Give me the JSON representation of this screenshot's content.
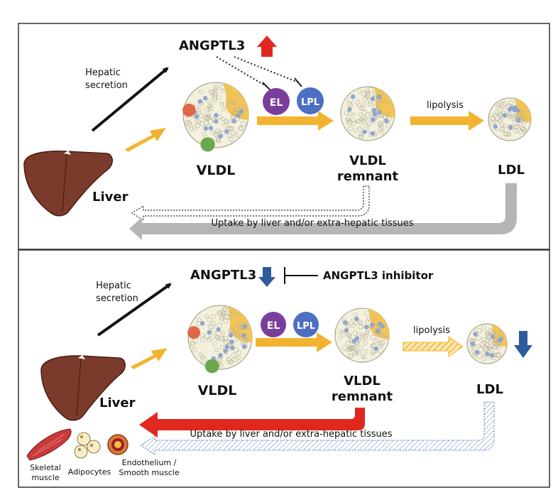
{
  "colors": {
    "orange_arrow": "#f2b430",
    "red_arrow": "#e0281f",
    "blue_arrow": "#2e5a9e",
    "gray_arrow": "#b5b5b5",
    "liver": "#7a3a2c",
    "el": "#7b3d9b",
    "lpl": "#4c6fc4",
    "particle_fill": "#f3f0de",
    "particle_spot": "#8fa6cf",
    "particle_cap": "#f5c552"
  },
  "top_panel": {
    "angptl3": "ANGPTL3",
    "hepatic_secretion_1": "Hepatic",
    "hepatic_secretion_2": "secretion",
    "el": "EL",
    "lpl": "LPL",
    "vldl": "VLDL",
    "vldl_remnant_1": "VLDL",
    "vldl_remnant_2": "remnant",
    "lipolysis": "lipolysis",
    "ldl": "LDL",
    "liver": "Liver",
    "uptake": "Uptake by liver and/or extra-hepatic tissues",
    "angptl3_direction": "up"
  },
  "bottom_panel": {
    "angptl3": "ANGPTL3",
    "inhibitor": "ANGPTL3 inhibitor",
    "hepatic_secretion_1": "Hepatic",
    "hepatic_secretion_2": "secretion",
    "el": "EL",
    "lpl": "LPL",
    "vldl": "VLDL",
    "vldl_remnant_1": "VLDL",
    "vldl_remnant_2": "remnant",
    "lipolysis": "lipolysis",
    "ldl": "LDL",
    "liver": "Liver",
    "uptake": "Uptake by liver and/or extra-hepatic tissues",
    "angptl3_direction": "down",
    "ldl_direction": "down",
    "tissues": {
      "skeletal_1": "Skeletal",
      "skeletal_2": "muscle",
      "adipocytes": "Adipocytes",
      "endothelium_1": "Endothelium /",
      "endothelium_2": "Smooth muscle"
    }
  }
}
